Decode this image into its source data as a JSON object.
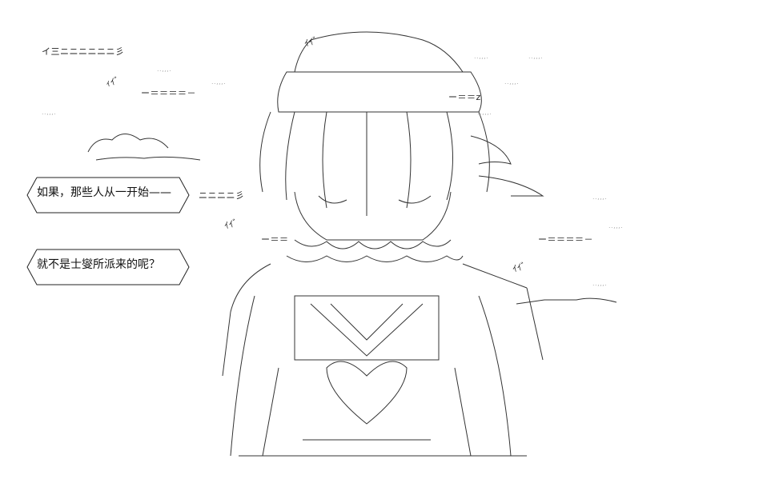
{
  "speech": {
    "line1": "如果，那些人从一开始——",
    "line2": "就不是士燮所派来的呢？"
  },
  "sfx": {
    "top_left": "イ三ニニニニニニ彡",
    "mid_left_1": "ー＝＝＝＝－",
    "mid_left_2": "ニニニニ彡",
    "lower_left": "ー＝＝",
    "right_1": "ー＝＝＝＝－",
    "right_2": "ー＝＝z",
    "kana_1": "ｨｲﾞ",
    "kana_2": "ｲｲﾞ",
    "kana_3": "ｲｲﾞ",
    "kana_4": "ｲｲﾞ"
  },
  "faint_marks": [
    "..,,,.",
    "..,,,.",
    "..,,,.",
    "..,,,.",
    "..,,,.",
    "..,,,.",
    "..,,,.",
    "..,,,.",
    "..,,,.",
    "..,,,."
  ]
}
